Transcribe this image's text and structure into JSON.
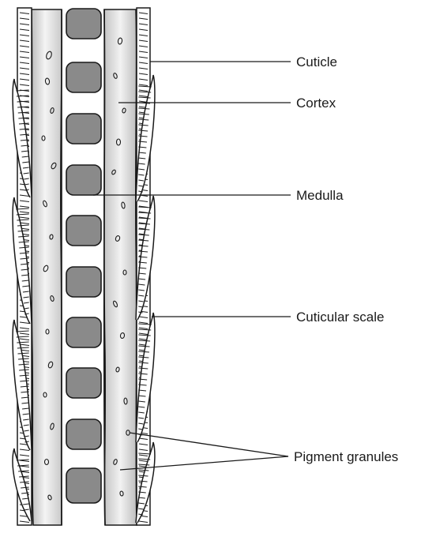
{
  "diagram": {
    "labels": {
      "cuticle": "Cuticle",
      "cortex": "Cortex",
      "medulla": "Medulla",
      "cuticular_scale": "Cuticular scale",
      "pigment_granules": "Pigment granules"
    },
    "colors": {
      "ink": "#1a1a1a",
      "cortex_fill": "#d9d9d9",
      "cortex_highlight": "#f2f2f2",
      "medulla_block": "#8a8a8a",
      "scale_fill": "#ffffff",
      "background": "#ffffff"
    }
  }
}
